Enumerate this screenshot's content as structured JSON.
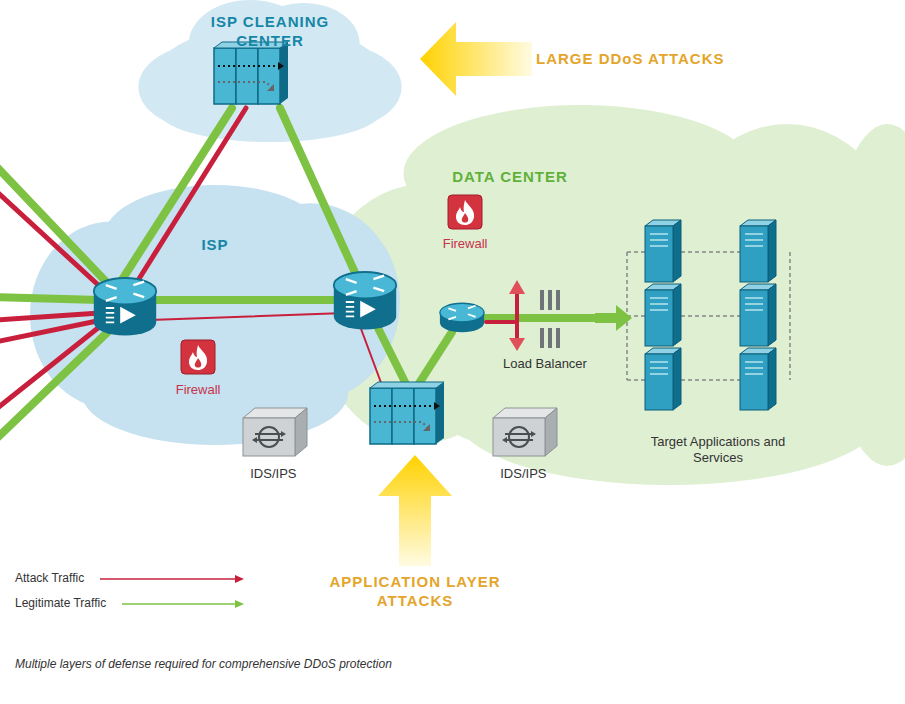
{
  "diagram": {
    "caption": "Multiple layers of defense required for comprehensive DDoS protection",
    "nodes": [
      {
        "text": [
          "ISP CLEANING CENTER"
        ]
      },
      {
        "text": [
          "DATA CENTER"
        ]
      },
      {
        "text": [
          "ISP"
        ]
      },
      {
        "text": [
          "Firewall"
        ],
        "in": 2
      },
      {
        "text": [
          "IDS/IPS"
        ]
      },
      {
        "text": [
          "Firewall"
        ],
        "in": 1
      },
      {
        "text": [
          "Load Balancer"
        ],
        "in": 1
      },
      {
        "text": [
          "IDS/IPS"
        ],
        "in": 1
      },
      {
        "text": [
          "Target Applications and Services"
        ],
        "in": 1
      }
    ],
    "edges": [
      {
        "from": 6,
        "to": 8,
        "arrow": "to"
      }
    ],
    "labels": [
      "LARGE DDoS ATTACKS",
      "APPLICATION LAYER ATTACKS"
    ],
    "legend": [
      {
        "text": "Attack Traffic"
      },
      {
        "text": "Legitimate Traffic"
      }
    ]
  }
}
